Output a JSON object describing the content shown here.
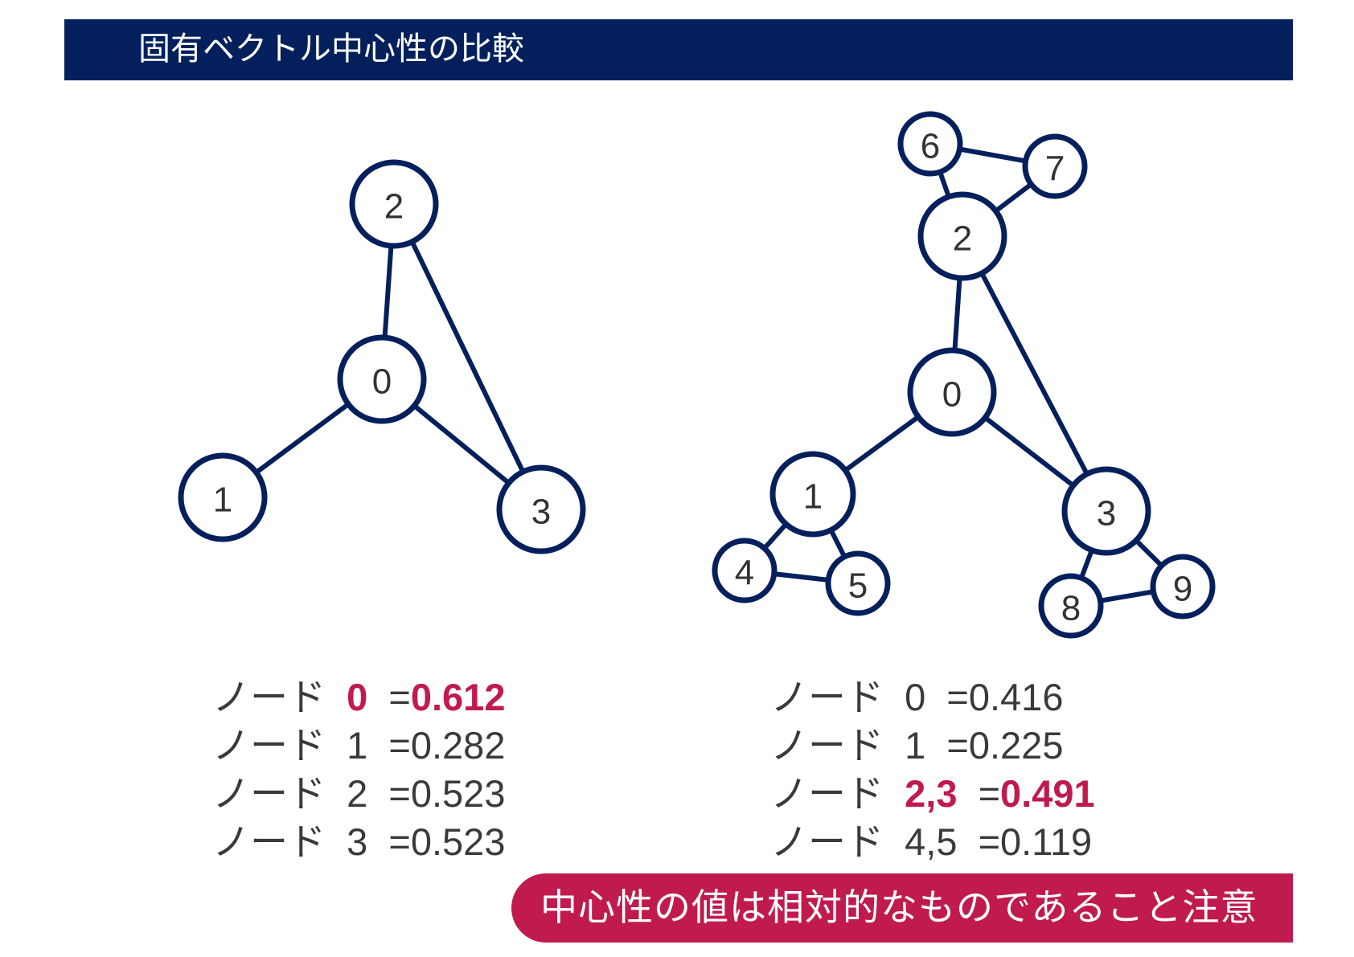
{
  "title": "固有ベクトル中心性の比較",
  "graph_left": {
    "nodes": [
      "0",
      "1",
      "2",
      "3"
    ],
    "edges": [
      [
        "0",
        "2"
      ],
      [
        "0",
        "1"
      ],
      [
        "0",
        "3"
      ],
      [
        "2",
        "3"
      ]
    ]
  },
  "graph_right": {
    "nodes": [
      "0",
      "1",
      "2",
      "3",
      "4",
      "5",
      "6",
      "7",
      "8",
      "9"
    ],
    "edges": [
      [
        "0",
        "2"
      ],
      [
        "0",
        "1"
      ],
      [
        "0",
        "3"
      ],
      [
        "2",
        "3"
      ],
      [
        "2",
        "6"
      ],
      [
        "2",
        "7"
      ],
      [
        "6",
        "7"
      ],
      [
        "1",
        "4"
      ],
      [
        "1",
        "5"
      ],
      [
        "4",
        "5"
      ],
      [
        "3",
        "8"
      ],
      [
        "3",
        "9"
      ],
      [
        "8",
        "9"
      ]
    ]
  },
  "values_left": [
    {
      "prefix": "ノード",
      "node": "0",
      "eq": "=",
      "value": "0.612",
      "highlight": true
    },
    {
      "prefix": "ノード",
      "node": "1",
      "eq": "=",
      "value": "0.282",
      "highlight": false
    },
    {
      "prefix": "ノード",
      "node": "2",
      "eq": "=",
      "value": "0.523",
      "highlight": false
    },
    {
      "prefix": "ノード",
      "node": "3",
      "eq": "=",
      "value": "0.523",
      "highlight": false
    }
  ],
  "values_right": [
    {
      "prefix": "ノード",
      "node": "0",
      "eq": "=",
      "value": "0.416",
      "highlight": false
    },
    {
      "prefix": "ノード",
      "node": "1",
      "eq": "=",
      "value": "0.225",
      "highlight": false
    },
    {
      "prefix": "ノード",
      "node": "2,3",
      "eq": "=",
      "value": "0.491",
      "highlight": true
    },
    {
      "prefix": "ノード",
      "node": "4,5",
      "eq": "=",
      "value": "0.119",
      "highlight": false
    }
  ],
  "note": "中心性の値は相対的なものであること注意",
  "colors": {
    "navy": "#03205c",
    "accent": "#c01a4e",
    "text": "#3a3a3a"
  }
}
